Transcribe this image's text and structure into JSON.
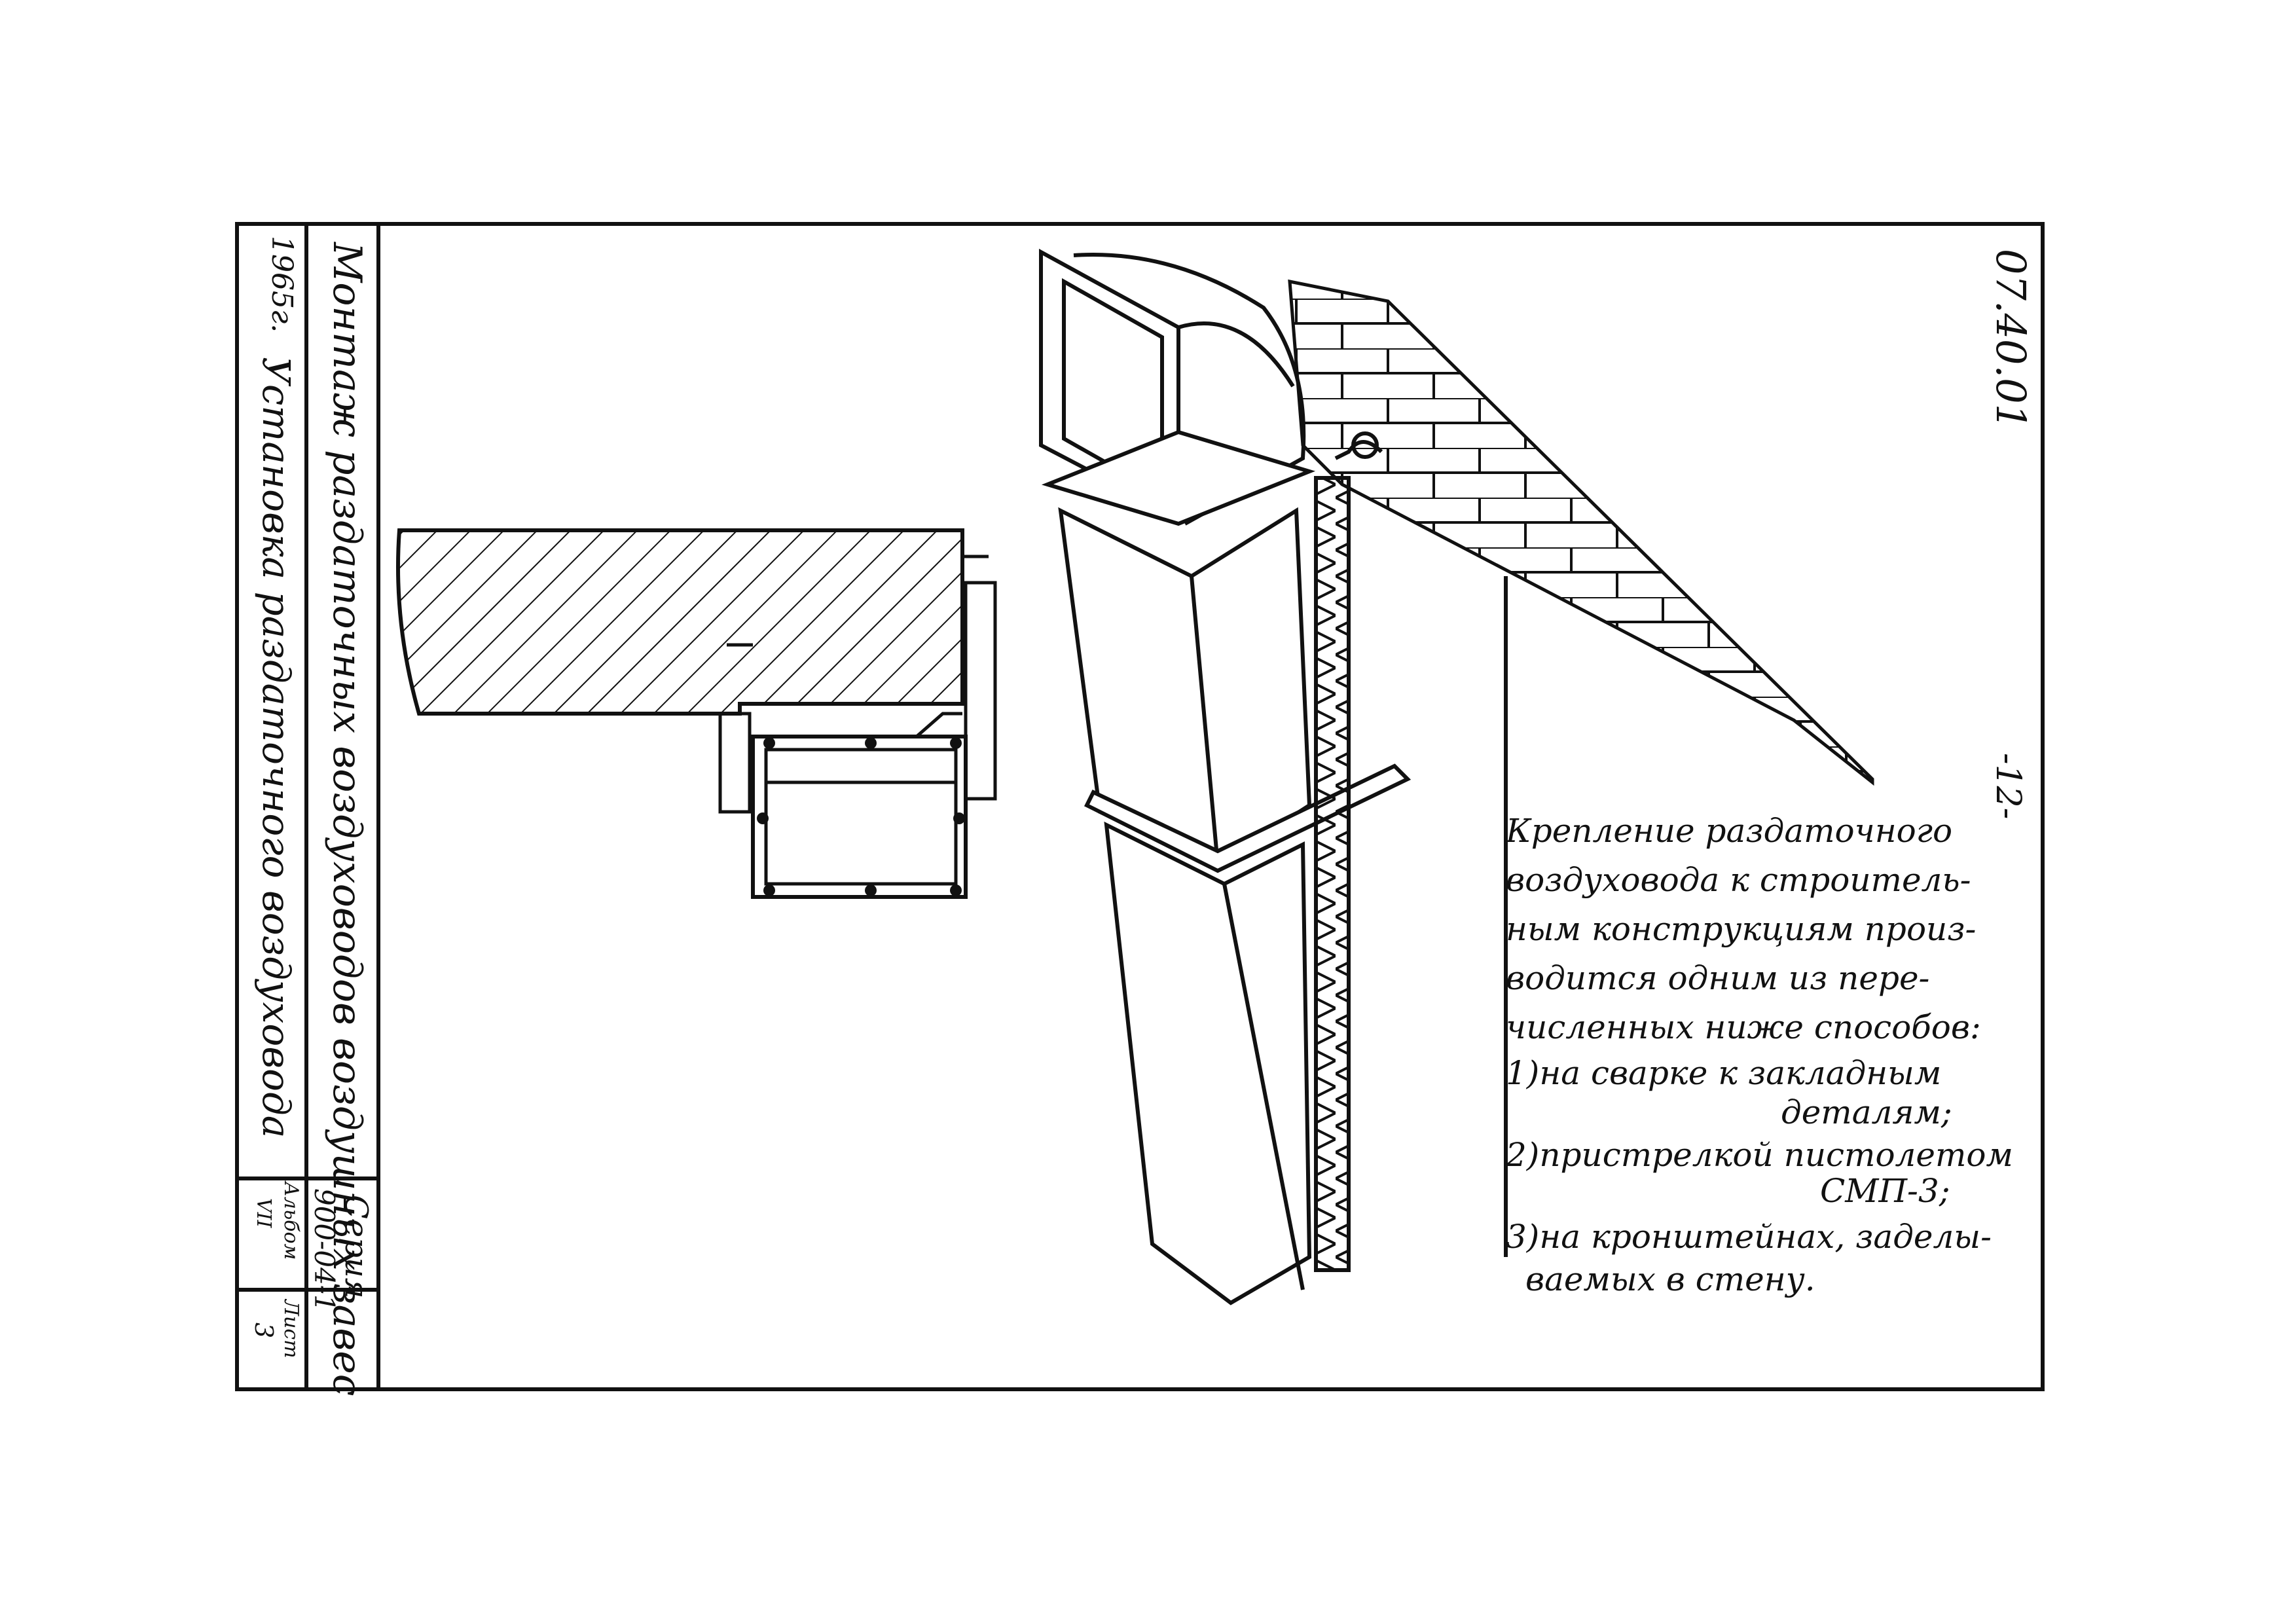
{
  "title_block": {
    "year": "1965г.",
    "title_main": "Монтаж раздаточных воздуховодов воздушных завес",
    "title_sub": "Установка раздаточного воздуховода",
    "series_label": "Серия",
    "series_number": "900-04-1",
    "album_label": "Альбом",
    "album_number": "VII",
    "sheet_label": "Лист",
    "sheet_number": "3"
  },
  "drawing_code": "07.40.01",
  "page_number": "-12-",
  "note": {
    "lines": [
      "Крепление раздаточного",
      "воздуховода к строитель-",
      "ным конструкциям произ-",
      "водится одним из пере-",
      "численных ниже способов:",
      "1)на сварке к закладным",
      "деталям;",
      "2)пристрелкой пистолетом",
      "СМП-3;",
      "3)на кронштейнах, заделы-",
      "ваемых в стену."
    ]
  }
}
